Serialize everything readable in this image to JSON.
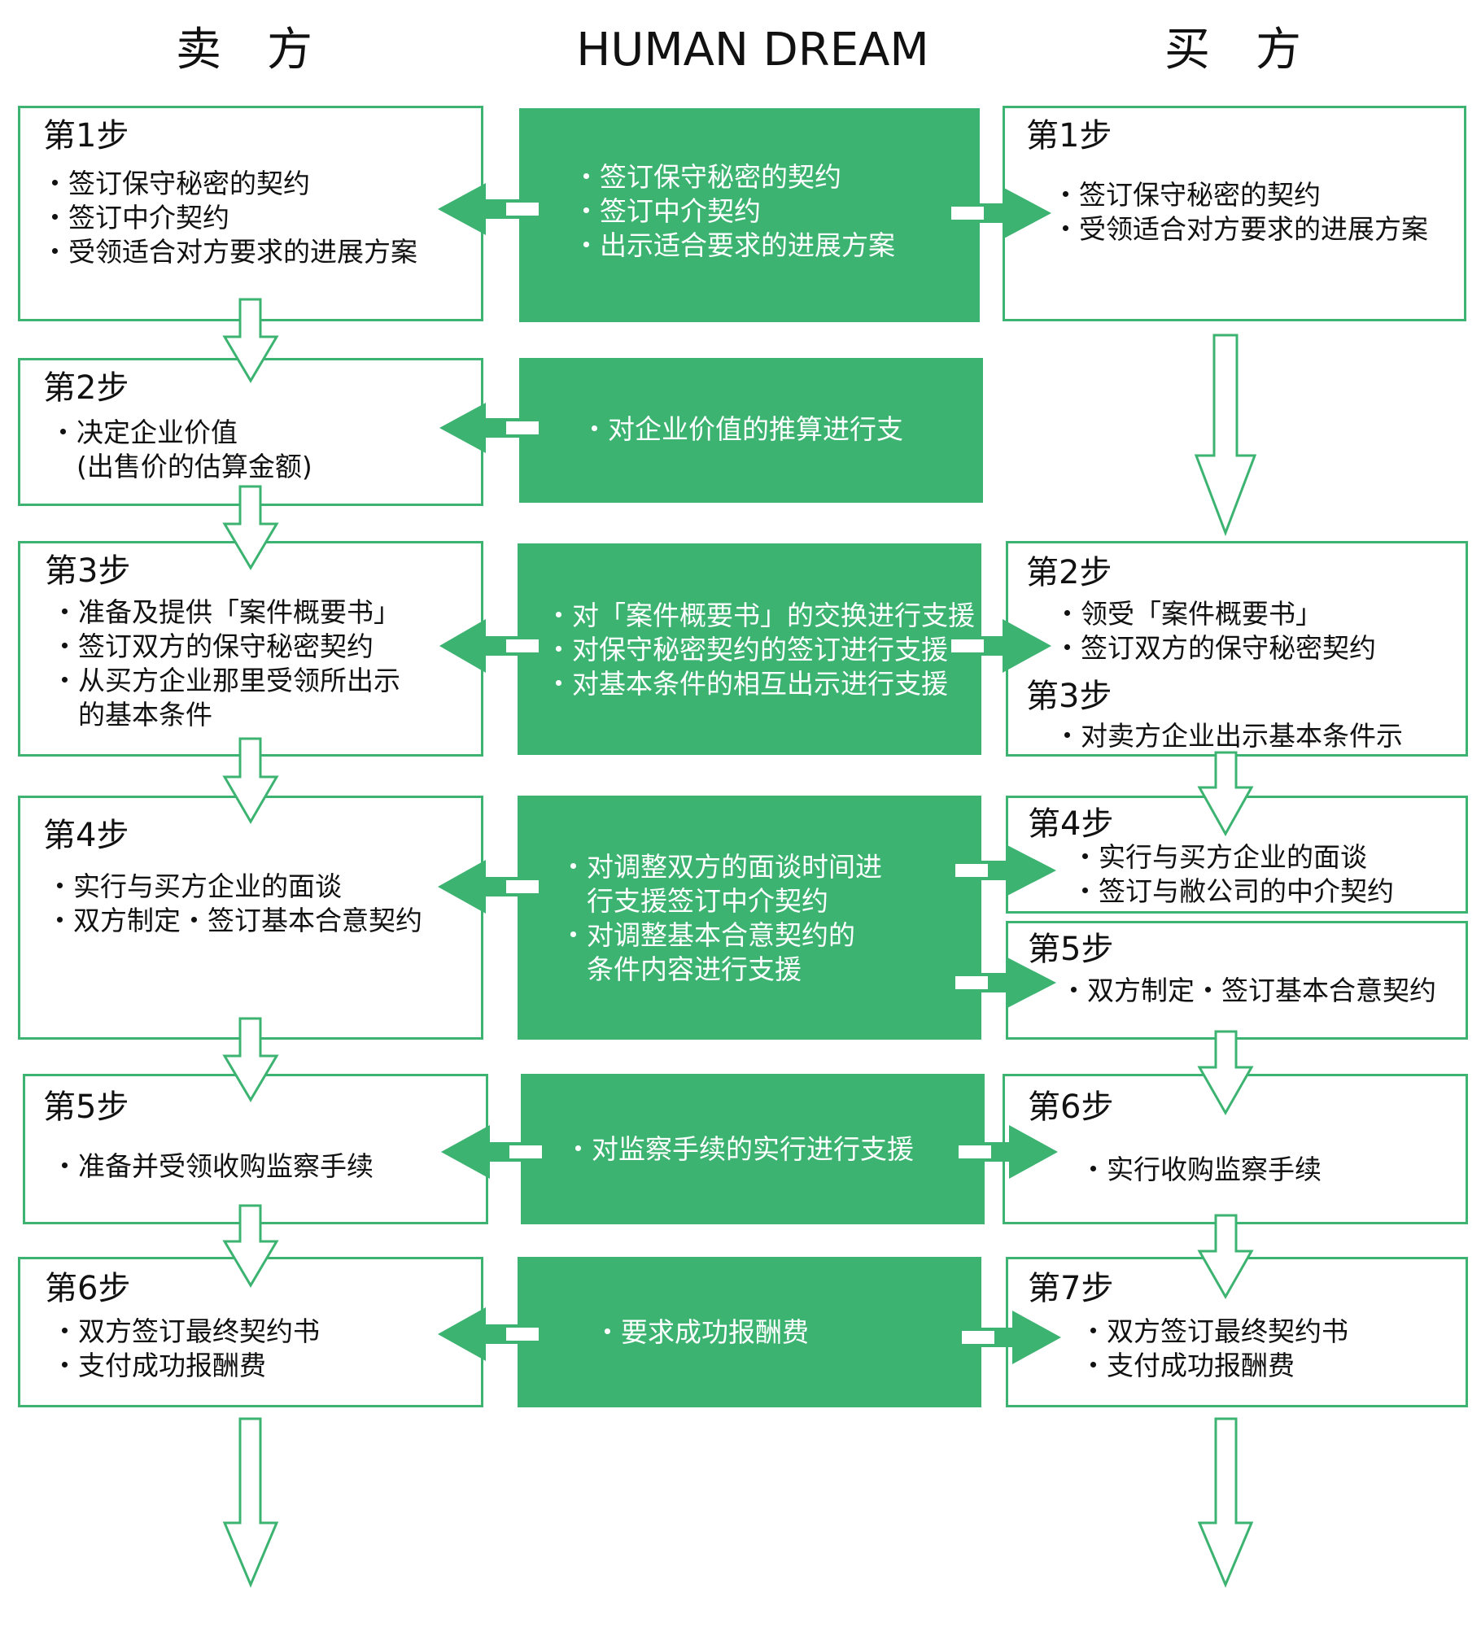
{
  "headers": {
    "seller": "卖　方",
    "center": "HUMAN DREAM",
    "buyer": "买　方"
  },
  "seller": [
    {
      "step": "第1步",
      "items": [
        "・签订保守秘密的契约",
        "・签订中介契约",
        "・受领适合对方要求的进展方案"
      ]
    },
    {
      "step": "第2步",
      "items": [
        "・决定企业价值",
        "　(出售价的估算金额)"
      ]
    },
    {
      "step": "第3步",
      "items": [
        "・准备及提供「案件概要书」",
        "・签订双方的保守秘密契约",
        "・从买方企业那里受领所出示",
        "　的基本条件"
      ]
    },
    {
      "step": "第4步",
      "items": [
        "・实行与买方企业的面谈",
        "・双方制定・签订基本合意契约"
      ]
    },
    {
      "step": "第5步",
      "items": [
        "・准备并受领收购监察手续"
      ]
    },
    {
      "step": "第6步",
      "items": [
        "・双方签订最终契约书",
        "・支付成功报酬费"
      ]
    }
  ],
  "center": [
    {
      "items": [
        "・签订保守秘密的契约",
        "・签订中介契约",
        "・出示适合要求的进展方案"
      ]
    },
    {
      "items": [
        "・对企业价值的推算进行支"
      ]
    },
    {
      "items": [
        "・对「案件概要书」的交换进行支援",
        "・对保守秘密契约的签订进行支援",
        "・对基本条件的相互出示进行支援"
      ]
    },
    {
      "items": [
        "・对调整双方的面谈时间进",
        "　行支援签订中介契约",
        "・对调整基本合意契约的",
        "　条件内容进行支援"
      ]
    },
    {
      "items": [
        "・对监察手续的实行进行支援"
      ]
    },
    {
      "items": [
        "・要求成功报酬费"
      ]
    }
  ],
  "buyer": [
    {
      "step": "第1步",
      "items": [
        "・签订保守秘密的契约",
        "・受领适合对方要求的进展方案"
      ]
    },
    {
      "step": "第2步",
      "items": [
        "・领受「案件概要书」",
        "・签订双方的保守秘密契约"
      ]
    },
    {
      "step": "第3步",
      "items": [
        "・对卖方企业出示基本条件示"
      ]
    },
    {
      "step": "第4步",
      "items": [
        "・实行与买方企业的面谈",
        "・签订与敝公司的中介契约"
      ]
    },
    {
      "step": "第5步",
      "items": [
        "・双方制定・签订基本合意契约"
      ]
    },
    {
      "step": "第6步",
      "items": [
        "・实行收购监察手续"
      ]
    },
    {
      "step": "第7步",
      "items": [
        "・双方签订最终契约书",
        "・支付成功报酬费"
      ]
    }
  ],
  "colors": {
    "green": "#3cb371",
    "text": "#111111",
    "background": "#ffffff"
  }
}
